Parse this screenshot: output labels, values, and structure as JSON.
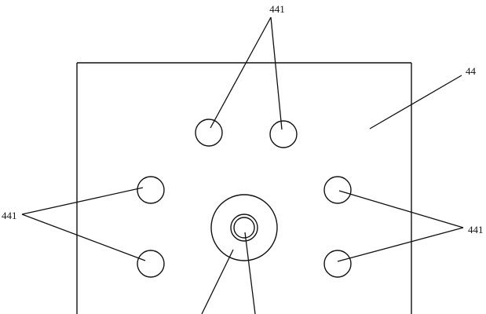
{
  "labels": {
    "plate": "44",
    "hole_top": "441",
    "hole_left": "441",
    "hole_right": "441"
  },
  "colors": {
    "line": "#111111",
    "background": "#ffffff"
  }
}
